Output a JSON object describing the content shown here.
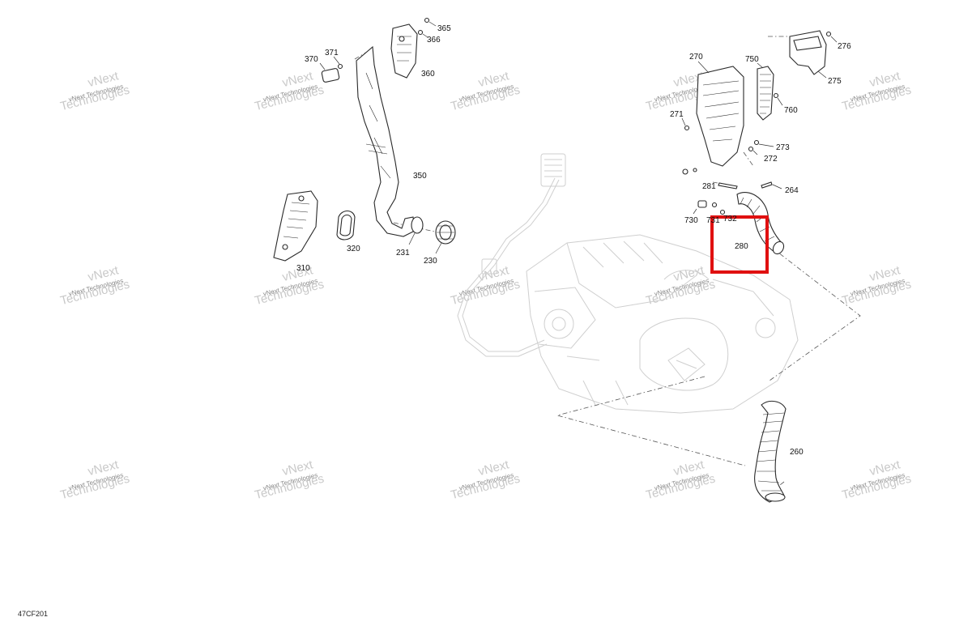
{
  "diagram_code": "47CF201",
  "watermark": {
    "line1": "vNext",
    "line2": "Technologies",
    "small": "vNext Technologies"
  },
  "callouts": {
    "p230": "230",
    "p231": "231",
    "p260": "260",
    "p264": "264",
    "p270": "270",
    "p271": "271",
    "p272": "272",
    "p273": "273",
    "p275": "275",
    "p276": "276",
    "p280": "280",
    "p281": "281",
    "p310": "310",
    "p320": "320",
    "p350": "350",
    "p360": "360",
    "p365": "365",
    "p366": "366",
    "p370": "370",
    "p371": "371",
    "p730": "730",
    "p731": "731",
    "p732": "732",
    "p750": "750",
    "p760": "760"
  },
  "colors": {
    "highlight": "#e01010",
    "ink": "#2a2a2a",
    "engine": "#cfcfcf",
    "watermark": "#c9c9c9"
  }
}
